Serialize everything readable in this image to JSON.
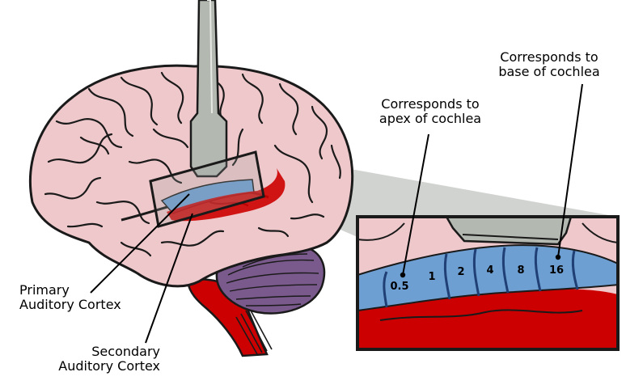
{
  "labels": {
    "base": [
      "Corresponds to",
      "base of cochlea"
    ],
    "apex": [
      "Corresponds to",
      "apex of cochlea"
    ],
    "primary": [
      "Primary",
      "Auditory Cortex"
    ],
    "secondary": [
      "Secondary",
      "Auditory Cortex"
    ]
  },
  "frequency_bands": [
    "0.5",
    "1",
    "2",
    "4",
    "8",
    "16"
  ],
  "colors": {
    "brain": "#efc8cb",
    "outline": "#1a1a1a",
    "primary_cortex": "#6d9fd3",
    "secondary_cortex": "#cc0000",
    "cerebellum": "#7a5a8c",
    "brainstem": "#cc0000",
    "electrode": "#b3b8b0",
    "zoom_wedge": "#c9cbc8"
  }
}
